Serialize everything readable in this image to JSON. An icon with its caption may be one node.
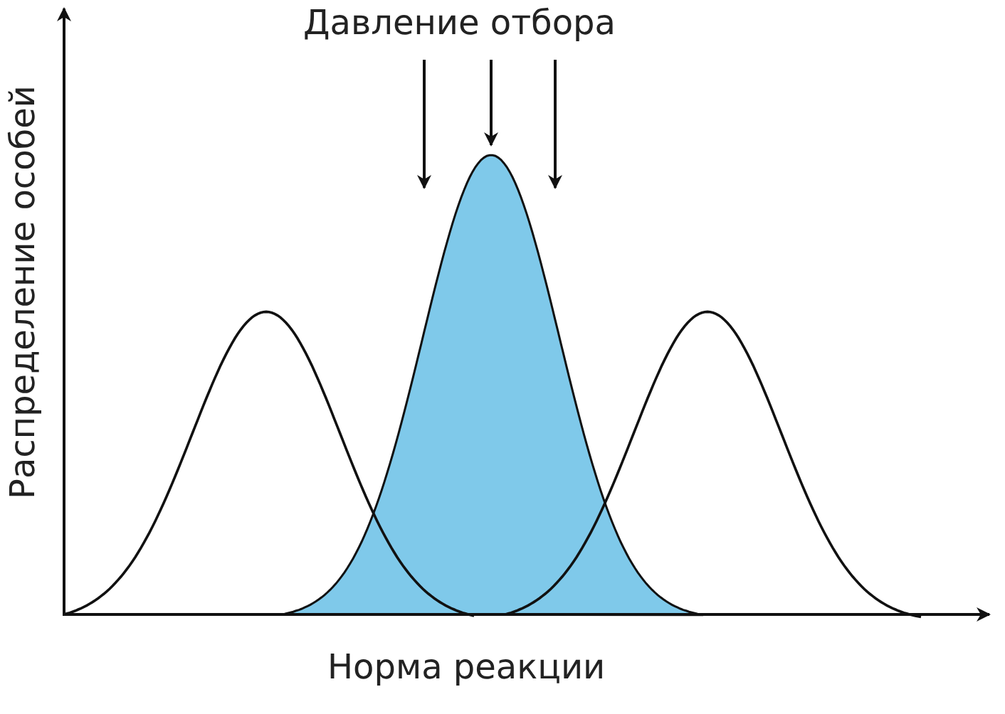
{
  "diagram": {
    "labels": [
      "Давление отбора",
      "Распределение особей",
      "Норма реакции"
    ]
  }
}
